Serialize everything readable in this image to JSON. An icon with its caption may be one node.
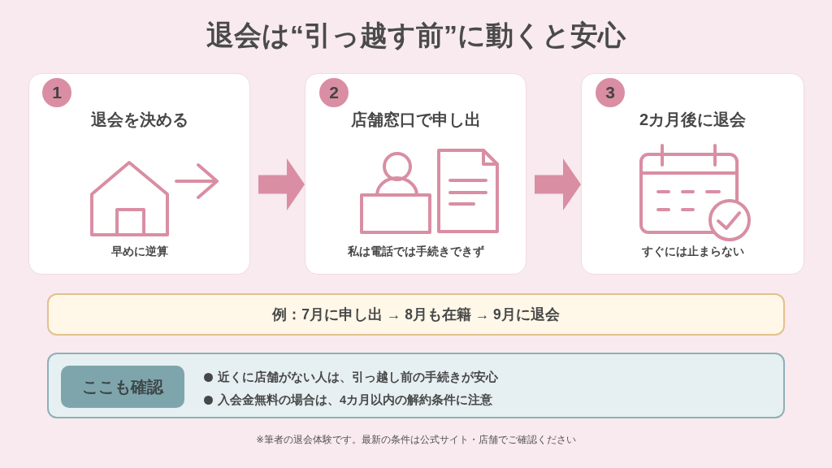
{
  "diagram": {
    "title": "退会は“引っ越す前”に動くと安心",
    "caption": "※筆者の退会体験です。最新の条件は公式サイト・店舗でご確認ください",
    "nodes": [
      {
        "text": [
          "退会を決める",
          "早めに逆算"
        ]
      },
      {
        "text": [
          "1"
        ],
        "in": 0
      },
      {
        "text": [
          "店舗窓口で申し出",
          "私は電話では手続きできず"
        ]
      },
      {
        "text": [
          "2"
        ],
        "in": 2
      },
      {
        "text": [
          "2カ月後に退会",
          "すぐには止まらない"
        ]
      },
      {
        "text": [
          "3"
        ],
        "in": 4
      },
      {
        "text": [
          "例：7月に申し出 → 8月も在籍 → 9月に退会"
        ]
      },
      {
        "text": [
          "近くに店舗がない人は、引っ越し前の手続きが安心",
          "入会金無料の場合は、4カ月以内の解約条件に注意"
        ]
      },
      {
        "text": [
          "ここも確認"
        ],
        "in": 7
      }
    ],
    "edges": [
      {
        "from": 0,
        "to": 2,
        "arrow": "to"
      },
      {
        "from": 2,
        "to": 4,
        "arrow": "to"
      }
    ]
  }
}
